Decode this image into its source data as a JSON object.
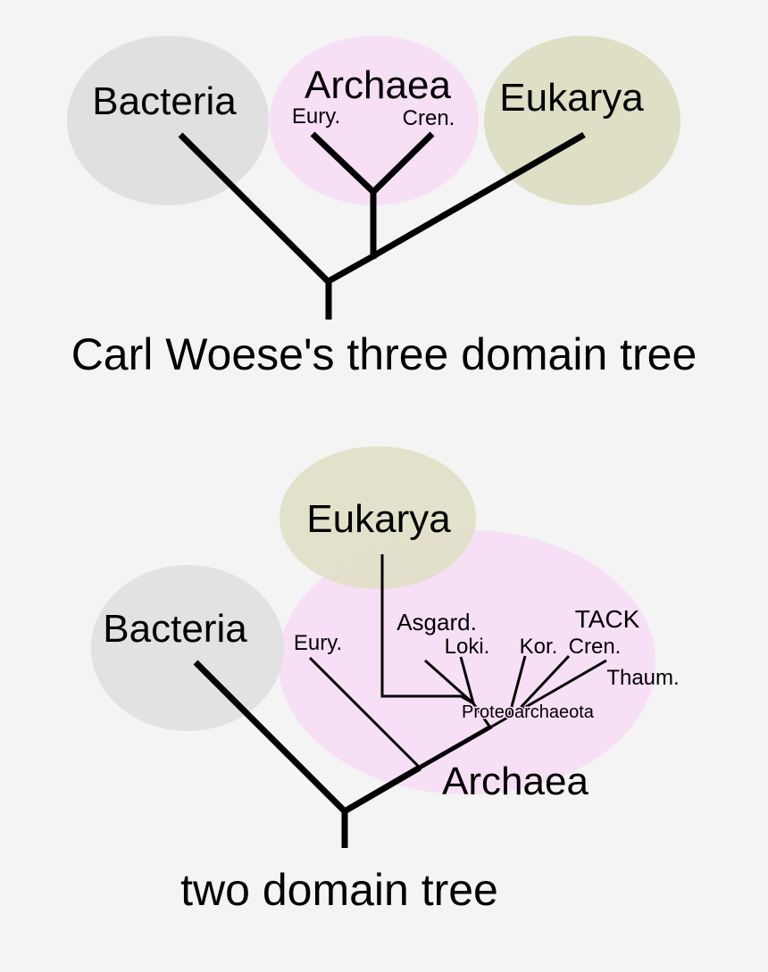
{
  "three_domain_tree": {
    "caption": "Carl Woese's three domain tree",
    "bacteria": "Bacteria",
    "archaea": "Archaea",
    "eukarya": "Eukarya",
    "eury": "Eury.",
    "cren": "Cren."
  },
  "two_domain_tree": {
    "caption": "two domain tree",
    "eukarya": "Eukarya",
    "bacteria": "Bacteria",
    "archaea": "Archaea",
    "eury": "Eury.",
    "asgard": "Asgard.",
    "loki": "Loki.",
    "tack": "TACK",
    "kor": "Kor.",
    "cren": "Cren.",
    "thaum": "Thaum.",
    "proteoarchaeota": "Proteoarchaeota"
  },
  "colors": {
    "background": "#f4f4f4",
    "bacteria_fill": "#e0e0e0",
    "archaea_fill": "#f7dff5",
    "eukarya_fill": "#dfdfc5",
    "branch": "#000000"
  }
}
